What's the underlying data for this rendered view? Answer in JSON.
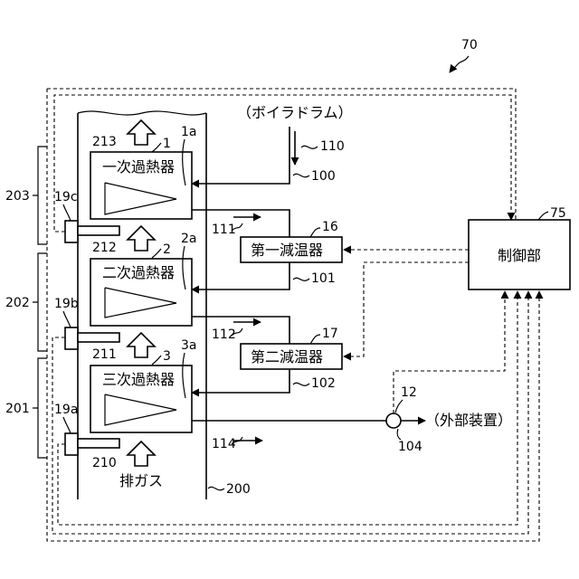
{
  "diagram": {
    "ref_system": "70",
    "ref_control": "75",
    "control_label": "制御部",
    "boiler_drum_label": "（ボイラドラム）",
    "external_label": "（外部装置）",
    "exhaust_gas_label": "排ガス",
    "duct_ref": "200",
    "superheaters": [
      {
        "label": "一次過熱器",
        "ref": "1",
        "ref_coil": "1a"
      },
      {
        "label": "二次過熱器",
        "ref": "2",
        "ref_coil": "2a"
      },
      {
        "label": "三次過熱器",
        "ref": "3",
        "ref_coil": "3a"
      }
    ],
    "attemperators": [
      {
        "label": "第一減温器",
        "ref": "16"
      },
      {
        "label": "第二減温器",
        "ref": "17"
      }
    ],
    "sensors": [
      {
        "ref": "19c"
      },
      {
        "ref": "19b"
      },
      {
        "ref": "19a"
      }
    ],
    "zones": [
      {
        "ref": "203"
      },
      {
        "ref": "202"
      },
      {
        "ref": "201"
      }
    ],
    "gas_flow_refs": [
      "213",
      "212",
      "211",
      "210"
    ],
    "steam_refs": {
      "drum_flow": "110",
      "line_100": "100",
      "line_101": "101",
      "line_102": "102",
      "line_104": "104",
      "arrow_111": "111",
      "arrow_112": "112",
      "arrow_114": "114",
      "valve": "12"
    }
  }
}
